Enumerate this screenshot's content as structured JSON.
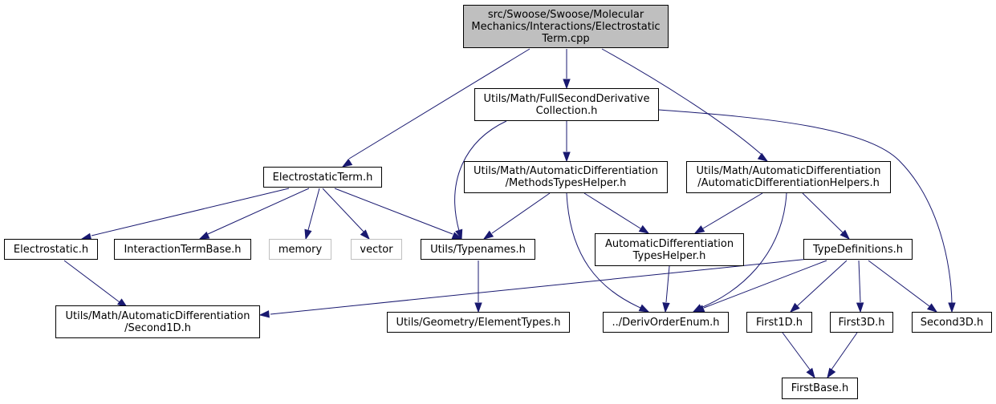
{
  "colors": {
    "edge": "#191970",
    "root_fill": "#bfbfbf",
    "external_border": "#bfbfbf",
    "node_border": "#000000"
  },
  "nodes": {
    "root": [
      "src/Swoose/Swoose/Molecular",
      "Mechanics/Interactions/Electrostatic",
      "Term.cpp"
    ],
    "full_second": [
      "Utils/Math/FullSecondDerivative",
      "Collection.h"
    ],
    "electrostatic_term": [
      "ElectrostaticTerm.h"
    ],
    "methods_types_helper": [
      "Utils/Math/AutomaticDifferentiation",
      "/MethodsTypesHelper.h"
    ],
    "ad_helpers": [
      "Utils/Math/AutomaticDifferentiation",
      "/AutomaticDifferentiationHelpers.h"
    ],
    "electrostatic": [
      "Electrostatic.h"
    ],
    "interaction_term_base": [
      "InteractionTermBase.h"
    ],
    "memory": [
      "memory"
    ],
    "vector": [
      "vector"
    ],
    "typenames": [
      "Utils/Typenames.h"
    ],
    "ad_types_helper": [
      "AutomaticDifferentiation",
      "TypesHelper.h"
    ],
    "type_definitions": [
      "TypeDefinitions.h"
    ],
    "second1d": [
      "Utils/Math/AutomaticDifferentiation",
      "/Second1D.h"
    ],
    "element_types": [
      "Utils/Geometry/ElementTypes.h"
    ],
    "deriv_order_enum": [
      "../DerivOrderEnum.h"
    ],
    "first1d": [
      "First1D.h"
    ],
    "first3d": [
      "First3D.h"
    ],
    "second3d": [
      "Second3D.h"
    ],
    "first_base": [
      "FirstBase.h"
    ]
  }
}
